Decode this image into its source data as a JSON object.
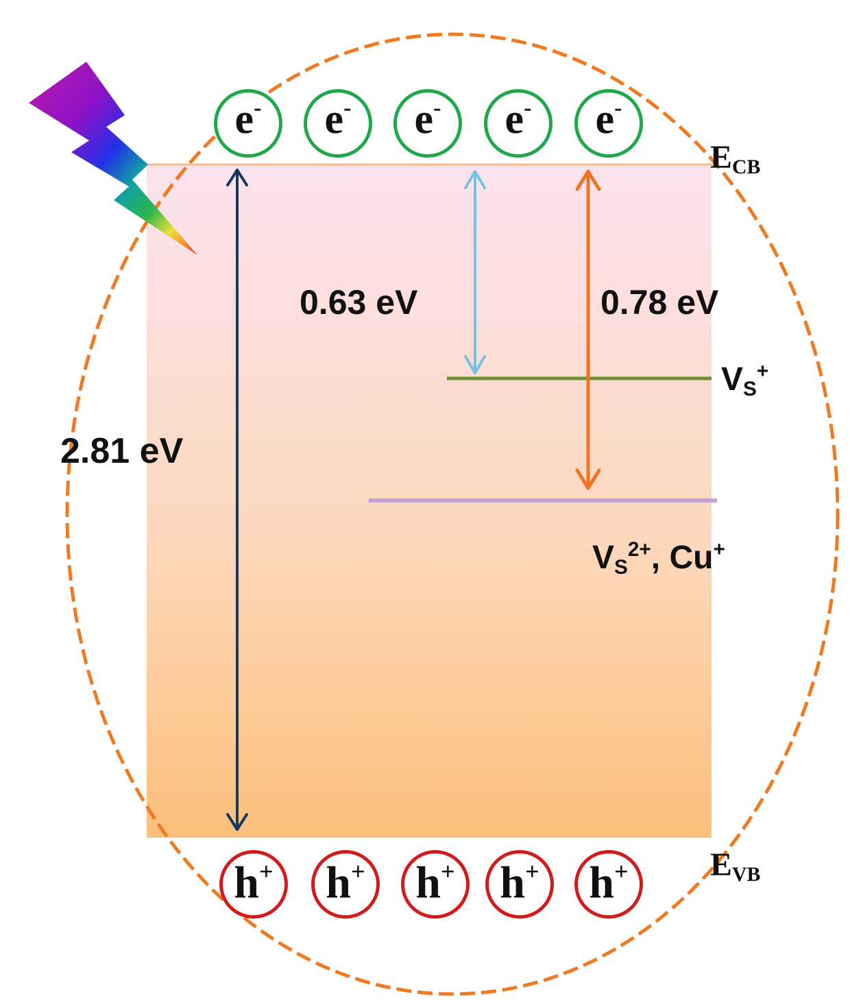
{
  "levels": {
    "cb": {
      "main": "E",
      "sub": "CB"
    },
    "vb": {
      "main": "E",
      "sub": "VB"
    },
    "vs_plus": {
      "main": "V",
      "sub": "S",
      "sup": "+"
    },
    "vs2_cu": {
      "main": "V",
      "sub": "S",
      "sup": "2+",
      "tail": ", Cu",
      "tail_sup": "+"
    }
  },
  "transitions": {
    "band_gap": {
      "label": "2.81 eV",
      "value_ev": 2.81
    },
    "cb_to_vs_plus": {
      "label": "0.63 eV",
      "value_ev": 0.63
    },
    "cb_to_vs2_cu": {
      "label": "0.78 eV",
      "value_ev": 0.78
    }
  },
  "carriers": {
    "electron": {
      "symbol": "e",
      "charge": "-",
      "count": 5
    },
    "hole": {
      "symbol": "h",
      "charge": "+",
      "count": 5
    }
  },
  "colors": {
    "particle_outline": "#ef7a22",
    "band_top": "#fbe3ef",
    "band_bottom": "#fbc07a",
    "band_edge": "#f6b98a",
    "gap_arrow": "#173a5c",
    "short_arrow": "#74c3df",
    "long_arrow": "#ef7422",
    "vs_plus_line": "#6b8f33",
    "vs2_line": "#c0a2d6",
    "electron_ring": "#1fa84a",
    "hole_ring": "#d21c1c"
  },
  "icons": [
    "lightning-bolt-icon"
  ]
}
